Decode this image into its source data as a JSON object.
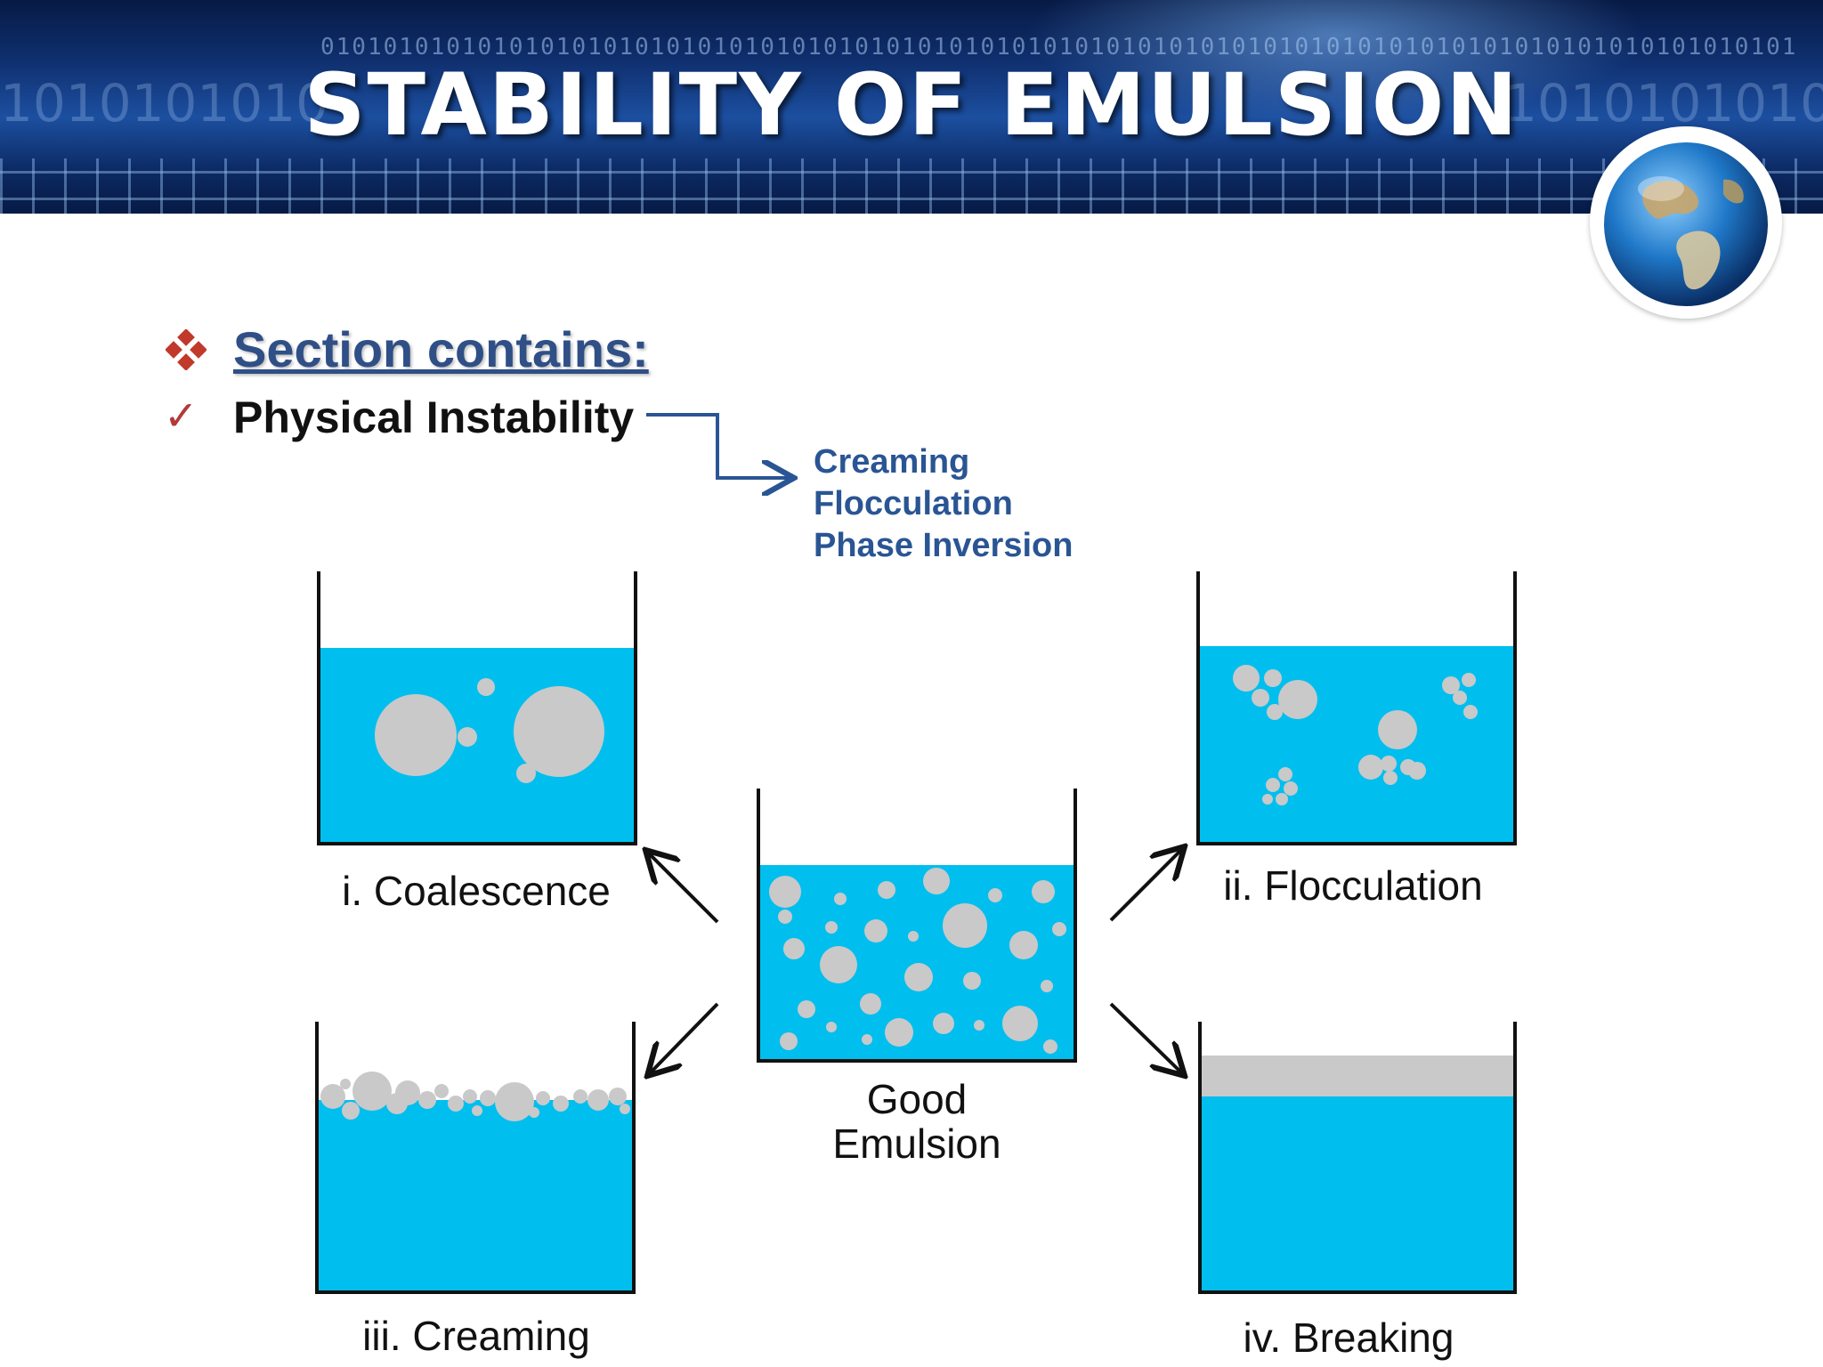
{
  "slide": {
    "title": "STABILITY OF EMULSION",
    "binary_pattern": "0101010101010101010101010101010101010101010101010101010101010101010101010101010101010101010101",
    "binary_big": "1010101010",
    "icons": {
      "bullet": "diamond-bullet-icon",
      "check": "checkmark-icon",
      "globe": "globe-icon"
    }
  },
  "section": {
    "heading": "Section contains:",
    "check_mark": "✓",
    "item": "Physical Instability",
    "instabilities": [
      "Creaming",
      "Flocculation",
      "Phase Inversion"
    ]
  },
  "diagram": {
    "center_caption_line1": "Good",
    "center_caption_line2": "Emulsion",
    "captions": {
      "coalescence": "i. Coalescence",
      "flocculation": "ii. Flocculation",
      "creaming": "iii. Creaming",
      "breaking": "iv. Breaking"
    },
    "colors": {
      "water": "#00bfef",
      "droplet": "#c9c9c9",
      "container": "#111111",
      "arrow": "#111111",
      "connector": "#2a5594"
    }
  }
}
